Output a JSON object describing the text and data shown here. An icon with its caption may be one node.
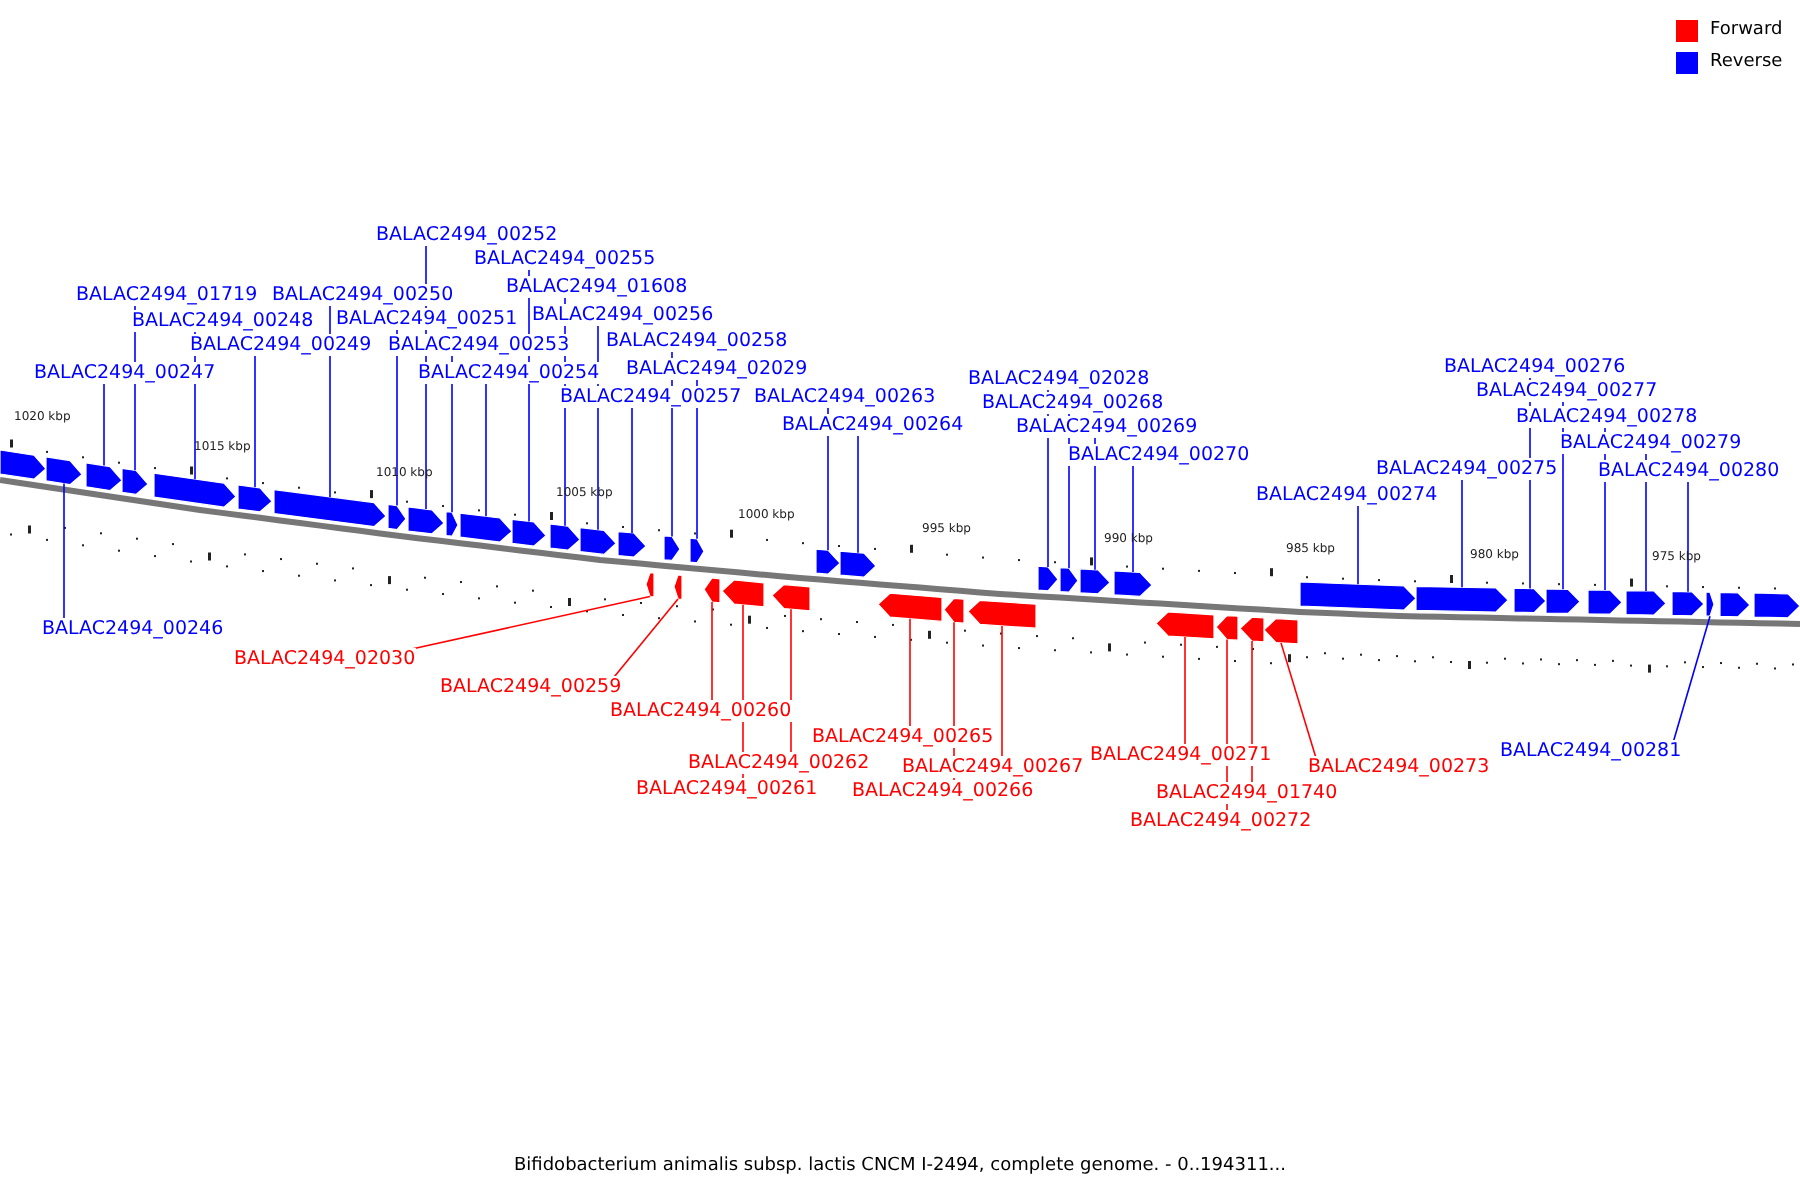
{
  "diagram": {
    "caption": "Bifidobacterium animalis subsp. lactis CNCM I-2494, complete genome. - 0..194311...",
    "nodes": [
      {
        "text": [
          "BALAC2494_00252"
        ]
      },
      {
        "text": [
          "BALAC2494_00255"
        ]
      },
      {
        "text": [
          "BALAC2494_01719"
        ]
      },
      {
        "text": [
          "BALAC2494_00250"
        ]
      },
      {
        "text": [
          "BALAC2494_01608"
        ]
      },
      {
        "text": [
          "BALAC2494_00248"
        ]
      },
      {
        "text": [
          "BALAC2494_00251"
        ]
      },
      {
        "text": [
          "BALAC2494_00256"
        ]
      },
      {
        "text": [
          "BALAC2494_00249"
        ]
      },
      {
        "text": [
          "BALAC2494_00253"
        ]
      },
      {
        "text": [
          "BALAC2494_00258"
        ]
      },
      {
        "text": [
          "BALAC2494_00247"
        ]
      },
      {
        "text": [
          "BALAC2494_00254"
        ]
      },
      {
        "text": [
          "BALAC2494_02029"
        ]
      },
      {
        "text": [
          "BALAC2494_00257"
        ]
      },
      {
        "text": [
          "BALAC2494_00263"
        ]
      },
      {
        "text": [
          "BALAC2494_00264"
        ]
      },
      {
        "text": [
          "BALAC2494_02028"
        ]
      },
      {
        "text": [
          "BALAC2494_00268"
        ]
      },
      {
        "text": [
          "BALAC2494_00269"
        ]
      },
      {
        "text": [
          "BALAC2494_00270"
        ]
      },
      {
        "text": [
          "BALAC2494_00276"
        ]
      },
      {
        "text": [
          "BALAC2494_00277"
        ]
      },
      {
        "text": [
          "BALAC2494_00278"
        ]
      },
      {
        "text": [
          "BALAC2494_00279"
        ]
      },
      {
        "text": [
          "BALAC2494_00275"
        ]
      },
      {
        "text": [
          "BALAC2494_00280"
        ]
      },
      {
        "text": [
          "BALAC2494_00274"
        ]
      },
      {
        "text": [
          "BALAC2494_00246"
        ]
      },
      {
        "text": [
          "BALAC2494_02030"
        ]
      },
      {
        "text": [
          "BALAC2494_00259"
        ]
      },
      {
        "text": [
          "BALAC2494_00260"
        ]
      },
      {
        "text": [
          "BALAC2494_00265"
        ]
      },
      {
        "text": [
          "BALAC2494_00281"
        ]
      },
      {
        "text": [
          "BALAC2494_00271"
        ]
      },
      {
        "text": [
          "BALAC2494_00262"
        ]
      },
      {
        "text": [
          "BALAC2494_00267"
        ]
      },
      {
        "text": [
          "BALAC2494_00273"
        ]
      },
      {
        "text": [
          "BALAC2494_00261"
        ]
      },
      {
        "text": [
          "BALAC2494_00266"
        ]
      },
      {
        "text": [
          "BALAC2494_01740"
        ]
      },
      {
        "text": [
          "BALAC2494_00272"
        ]
      },
      {
        "text": [],
        "shape": "arrow"
      },
      {
        "text": [],
        "shape": "arrow"
      },
      {
        "text": [],
        "shape": "arrow"
      },
      {
        "text": [],
        "shape": "arrow"
      },
      {
        "text": [],
        "shape": "arrow"
      },
      {
        "text": [],
        "shape": "arrow"
      },
      {
        "text": [],
        "shape": "arrow"
      },
      {
        "text": [],
        "shape": "arrow"
      },
      {
        "text": [],
        "shape": "arrow"
      },
      {
        "text": [],
        "shape": "arrow"
      },
      {
        "text": [],
        "shape": "arrow"
      },
      {
        "text": [],
        "shape": "arrow"
      },
      {
        "text": [],
        "shape": "arrow"
      },
      {
        "text": [],
        "shape": "arrow"
      },
      {
        "text": [],
        "shape": "arrow"
      },
      {
        "text": [],
        "shape": "arrow"
      },
      {
        "text": [],
        "shape": "arrow"
      },
      {
        "text": [],
        "shape": "arrow"
      },
      {
        "text": [],
        "shape": "arrow"
      },
      {
        "text": [],
        "shape": "arrow"
      },
      {
        "text": [],
        "shape": "arrow"
      },
      {
        "text": [],
        "shape": "arrow"
      },
      {
        "text": [],
        "shape": "arrow"
      },
      {
        "text": [],
        "shape": "arrow"
      },
      {
        "text": [],
        "shape": "arrow"
      },
      {
        "text": [],
        "shape": "arrow"
      },
      {
        "text": [],
        "shape": "arrow"
      },
      {
        "text": [],
        "shape": "arrow"
      },
      {
        "text": [],
        "shape": "arrow"
      },
      {
        "text": [],
        "shape": "arrow"
      },
      {
        "text": [],
        "shape": "arrow"
      },
      {
        "text": [],
        "shape": "arrow"
      },
      {
        "text": [],
        "shape": "arrow"
      },
      {
        "text": [],
        "shape": "arrow"
      },
      {
        "text": [],
        "shape": "arrow"
      },
      {
        "text": [],
        "shape": "arrow"
      },
      {
        "text": [],
        "shape": "arrow"
      },
      {
        "text": [],
        "shape": "arrow"
      },
      {
        "text": [],
        "shape": "arrow"
      },
      {
        "text": [],
        "shape": "arrow"
      },
      {
        "text": [],
        "shape": "arrow"
      },
      {
        "text": [],
        "shape": "arrow"
      },
      {
        "text": [],
        "shape": "arrow"
      },
      {
        "text": [],
        "shape": "arrow"
      },
      {
        "text": [],
        "shape": "arrow"
      }
    ],
    "edges": [
      {
        "from": 0,
        "to": 50,
        "arrow": "none"
      },
      {
        "from": 1,
        "to": 53,
        "arrow": "none"
      },
      {
        "from": 2,
        "to": 45,
        "arrow": "none"
      },
      {
        "from": 3,
        "to": 48,
        "arrow": "none"
      },
      {
        "from": 4,
        "to": 54,
        "arrow": "none"
      },
      {
        "from": 5,
        "to": 46,
        "arrow": "none"
      },
      {
        "from": 6,
        "to": 49,
        "arrow": "none"
      },
      {
        "from": 7,
        "to": 55,
        "arrow": "none"
      },
      {
        "from": 8,
        "to": 47,
        "arrow": "none"
      },
      {
        "from": 9,
        "to": 51,
        "arrow": "none"
      },
      {
        "from": 10,
        "to": 57,
        "arrow": "none"
      },
      {
        "from": 11,
        "to": 44,
        "arrow": "none"
      },
      {
        "from": 12,
        "to": 52,
        "arrow": "none"
      },
      {
        "from": 13,
        "to": 58,
        "arrow": "none"
      },
      {
        "from": 14,
        "to": 56,
        "arrow": "none"
      },
      {
        "from": 15,
        "to": 59,
        "arrow": "none"
      },
      {
        "from": 16,
        "to": 60,
        "arrow": "none"
      },
      {
        "from": 17,
        "to": 61,
        "arrow": "none"
      },
      {
        "from": 18,
        "to": 62,
        "arrow": "none"
      },
      {
        "from": 19,
        "to": 63,
        "arrow": "none"
      },
      {
        "from": 20,
        "to": 64,
        "arrow": "none"
      },
      {
        "from": 21,
        "to": 67,
        "arrow": "none"
      },
      {
        "from": 22,
        "to": 68,
        "arrow": "none"
      },
      {
        "from": 23,
        "to": 69,
        "arrow": "none"
      },
      {
        "from": 24,
        "to": 70,
        "arrow": "none"
      },
      {
        "from": 25,
        "to": 66,
        "arrow": "none"
      },
      {
        "from": 26,
        "to": 71,
        "arrow": "none"
      },
      {
        "from": 27,
        "to": 65,
        "arrow": "none"
      },
      {
        "from": 28,
        "to": 43,
        "arrow": "none"
      },
      {
        "from": 29,
        "to": 75,
        "arrow": "none",
        "color": "#ff0000"
      },
      {
        "from": 30,
        "to": 76,
        "arrow": "none",
        "color": "#ff0000"
      },
      {
        "from": 31,
        "to": 77,
        "arrow": "none",
        "color": "#ff0000"
      },
      {
        "from": 32,
        "to": 80,
        "arrow": "none",
        "color": "#ff0000"
      },
      {
        "from": 33,
        "to": 72,
        "arrow": "none"
      },
      {
        "from": 34,
        "to": 83,
        "arrow": "none",
        "color": "#ff0000"
      },
      {
        "from": 35,
        "to": 79,
        "arrow": "none",
        "color": "#ff0000"
      },
      {
        "from": 36,
        "to": 82,
        "arrow": "none",
        "color": "#ff0000"
      },
      {
        "from": 37,
        "to": 86,
        "arrow": "none",
        "color": "#ff0000"
      },
      {
        "from": 38,
        "to": 78,
        "arrow": "none",
        "color": "#ff0000"
      },
      {
        "from": 39,
        "to": 81,
        "arrow": "none",
        "color": "#ff0000"
      },
      {
        "from": 40,
        "to": 85,
        "arrow": "none",
        "color": "#ff0000"
      },
      {
        "from": 41,
        "to": 84,
        "arrow": "none",
        "color": "#ff0000"
      }
    ],
    "labels": [
      "1020 kbp",
      "1015 kbp",
      "1010 kbp",
      "1005 kbp",
      "1000 kbp",
      "995 kbp",
      "990 kbp",
      "985 kbp",
      "980 kbp",
      "975 kbp"
    ],
    "legend": [
      {
        "text": "Forward",
        "color": "#ff0000"
      },
      {
        "text": "Reverse",
        "color": "#0000ff"
      }
    ]
  }
}
